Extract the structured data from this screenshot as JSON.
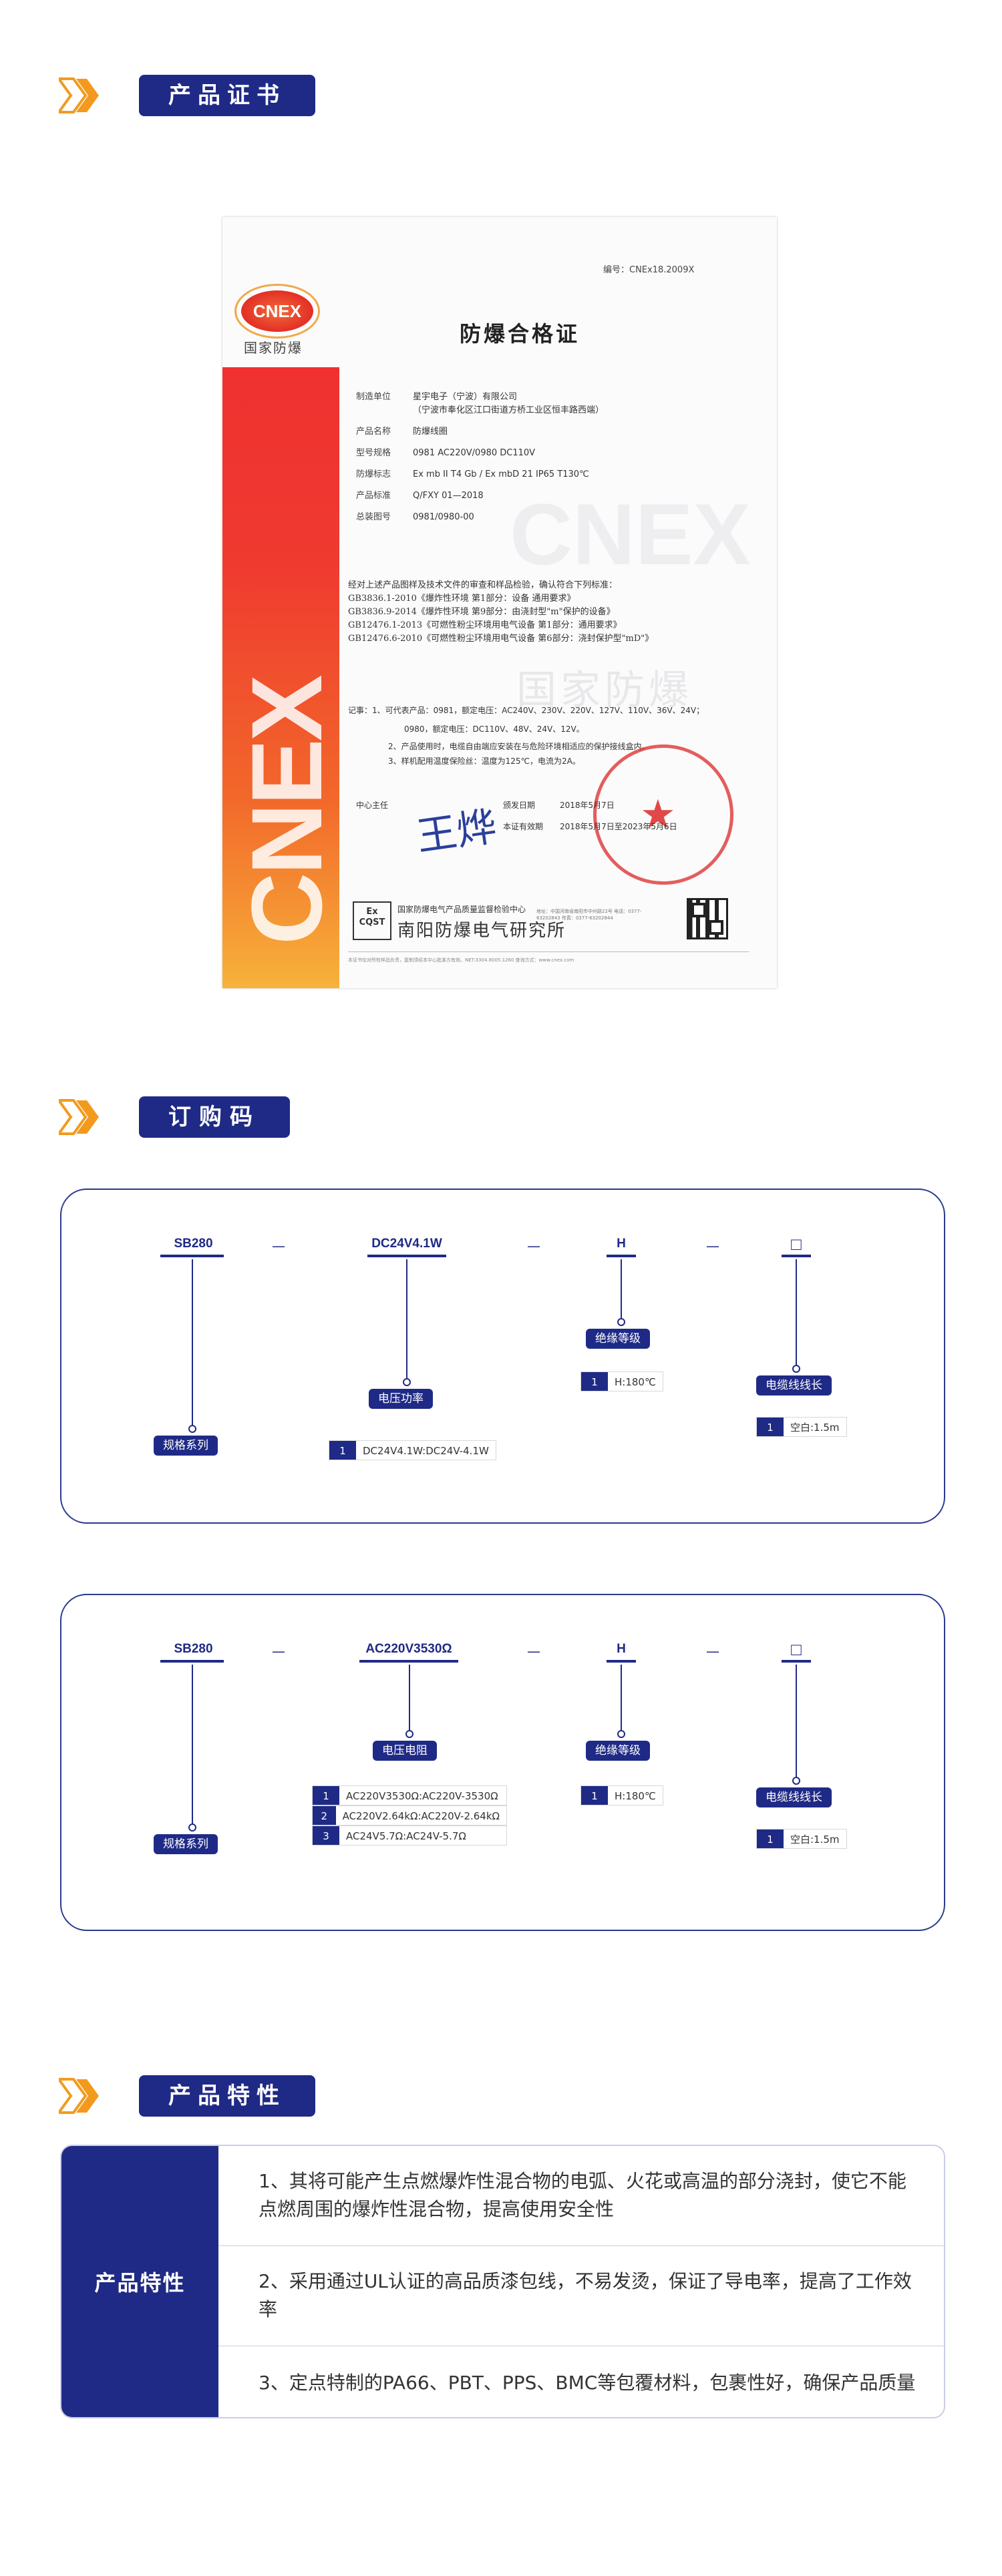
{
  "sections": {
    "cert_title": "产品证书",
    "order_title": "订购码",
    "features_title": "产品特性"
  },
  "certificate": {
    "logo_text": "CNEX",
    "logo_cn": "国家防爆",
    "vertical_brand": "CNEX",
    "number": "编号：CNEx18.2009X",
    "title": "防爆合格证",
    "fields": [
      {
        "k": "制造单位",
        "v": "星宇电子（宁波）有限公司"
      },
      {
        "k": "",
        "v": "（宁波市奉化区江口街道方桥工业区恒丰路西端）"
      },
      {
        "k": "产品名称",
        "v": "防爆线圈"
      },
      {
        "k": "型号规格",
        "v": "0981   AC220V/0980   DC110V"
      },
      {
        "k": "防爆标志",
        "v": "Ex mb II T4 Gb / Ex mbD 21 IP65 T130℃"
      },
      {
        "k": "产品标准",
        "v": "Q/FXY 01—2018"
      },
      {
        "k": "总装图号",
        "v": "0981/0980-00"
      }
    ],
    "standards": [
      "经对上述产品图样及技术文件的审查和样品检验，确认符合下列标准：",
      "GB3836.1-2010《爆炸性环境  第1部分：设备  通用要求》",
      "GB3836.9-2014《爆炸性环境  第9部分：由浇封型\"m\"保护的设备》",
      "GB12476.1-2013《可燃性粉尘环境用电气设备  第1部分：通用要求》",
      "GB12476.6-2010《可燃性粉尘环境用电气设备  第6部分：浇封保护型\"mD\"》"
    ],
    "notes": [
      "记事：1、可代表产品：0981，额定电压：AC240V、230V、220V、127V、110V、36V、24V；",
      "0980，额定电压：DC110V、48V、24V、12V。",
      "2、产品使用时，电缆自由端应安装在与危险环境相适应的保护接线盒内。",
      "3、样机配用温度保险丝：温度为125℃，电流为2A。"
    ],
    "director_label": "中心主任",
    "signature": "王烨",
    "issue_label": "颁发日期",
    "issue_date": "2018年5月7日",
    "valid_label": "本证有效期",
    "valid_date": "2018年5月7日至2023年5月6日",
    "watermark_cn": "国家防爆",
    "cqst": "Ex\nCQST",
    "institute_cn": "国家防爆电气产品质量监督检验中心",
    "institute_name": "南阳防爆电气研究所",
    "small_print": "地址：中国河南省南阳市中州路22号 电话：0377-63202843 传真：0377-63202844",
    "footer_note": "本证书仅对所检样品负责，复制须经本中心批准方有效。NET:3304.8005.1260  查询方式：www.cnex.com"
  },
  "order_box_1": {
    "codes": [
      "SB280",
      "DC24V4.1W",
      "H",
      "□"
    ],
    "dash": "—",
    "labels": [
      "规格系列",
      "电压功率",
      "绝缘等级",
      "电缆线线长"
    ],
    "voltage_options": [
      {
        "n": "1",
        "v": "DC24V4.1W:DC24V-4.1W"
      }
    ],
    "insulation_options": [
      {
        "n": "1",
        "v": "H:180℃"
      }
    ],
    "cable_options": [
      {
        "n": "1",
        "v": "空白:1.5m"
      }
    ]
  },
  "order_box_2": {
    "codes": [
      "SB280",
      "AC220V3530Ω",
      "H",
      "□"
    ],
    "dash": "—",
    "labels": [
      "规格系列",
      "电压电阻",
      "绝缘等级",
      "电缆线线长"
    ],
    "voltage_options": [
      {
        "n": "1",
        "v": "AC220V3530Ω:AC220V-3530Ω"
      },
      {
        "n": "2",
        "v": "AC220V2.64kΩ:AC220V-2.64kΩ"
      },
      {
        "n": "3",
        "v": "AC24V5.7Ω:AC24V-5.7Ω"
      }
    ],
    "insulation_options": [
      {
        "n": "1",
        "v": "H:180℃"
      }
    ],
    "cable_options": [
      {
        "n": "1",
        "v": "空白:1.5m"
      }
    ]
  },
  "features": {
    "heading": "产品特性",
    "items": [
      "1、其将可能产生点燃爆炸性混合物的电弧、火花或高温的部分浇封，使它不能点燃周围的爆炸性混合物，提高使用安全性",
      "2、采用通过UL认证的高品质漆包线，不易发烫，保证了导电率，提高了工作效率",
      "3、定点特制的PA66、PBT、PPS、BMC等包覆材料，包裹性好，确保产品质量"
    ]
  },
  "colors": {
    "navy": "#1f2a86",
    "orange": "#f39a1e"
  }
}
